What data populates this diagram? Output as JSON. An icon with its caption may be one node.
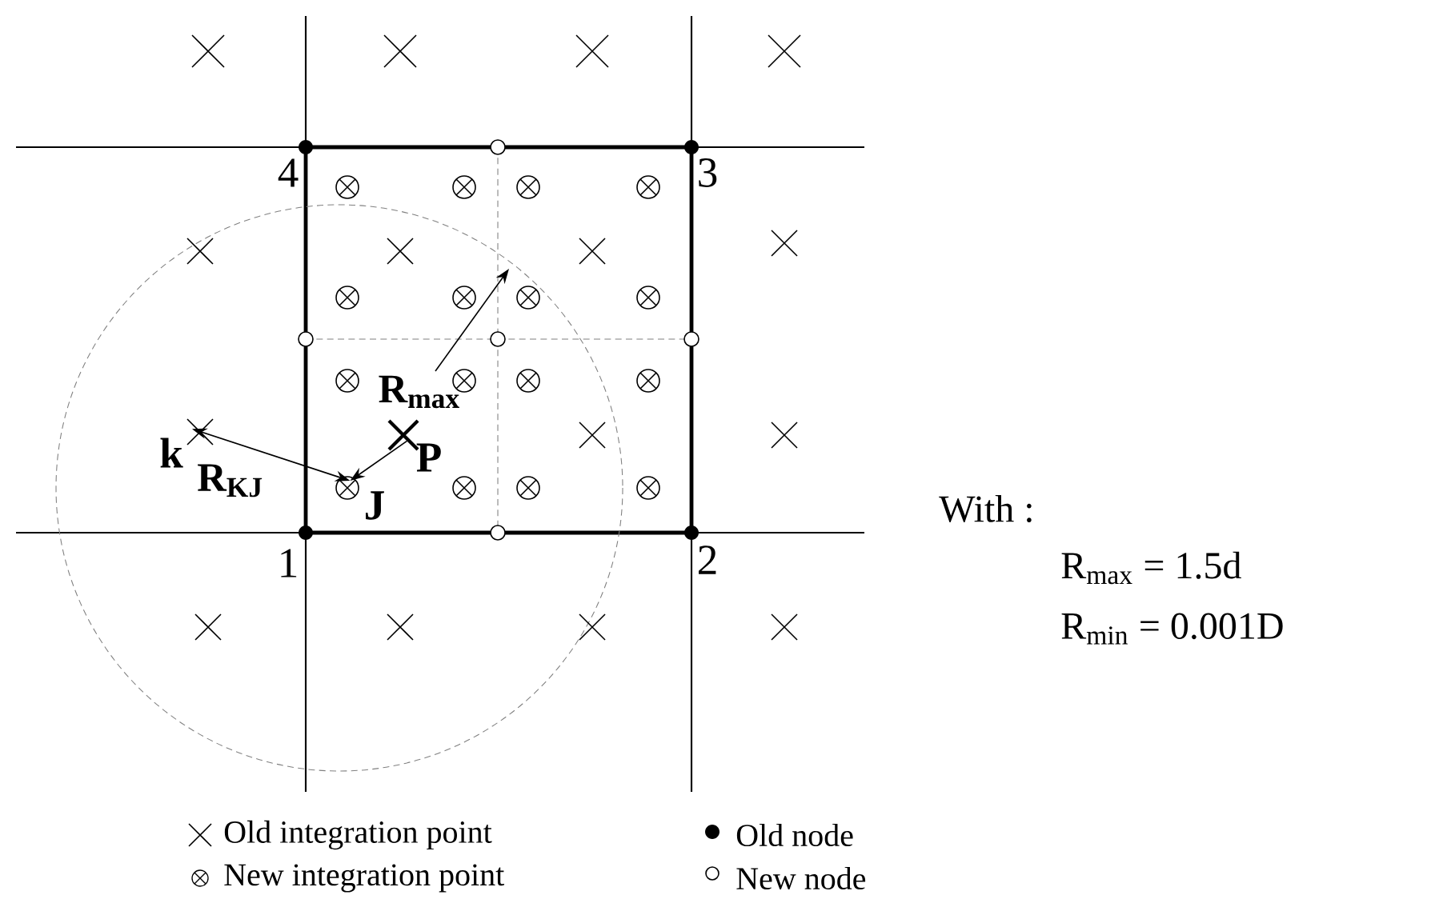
{
  "diagram": {
    "nodes": [
      {
        "text": [
          "k"
        ]
      },
      {
        "text": [
          "J"
        ]
      },
      {
        "text": [
          "P"
        ]
      }
    ],
    "edges": [
      {
        "from": 0,
        "to": 1,
        "arrow": "both",
        "label": "R$_{KJ}$"
      },
      {
        "from": 2,
        "to": 1,
        "arrow": "to"
      }
    ],
    "labels": [
      "4",
      "3",
      "R$_{max}$",
      "1",
      "2",
      "With :",
      "R$_{max}$ = 1.5d",
      "R$_{min}$ = 0.001D"
    ],
    "legend": [
      {
        "text": "Old integration point"
      },
      {
        "text": "Old node"
      },
      {
        "text": "New integration point"
      },
      {
        "text": "New node"
      }
    ]
  }
}
